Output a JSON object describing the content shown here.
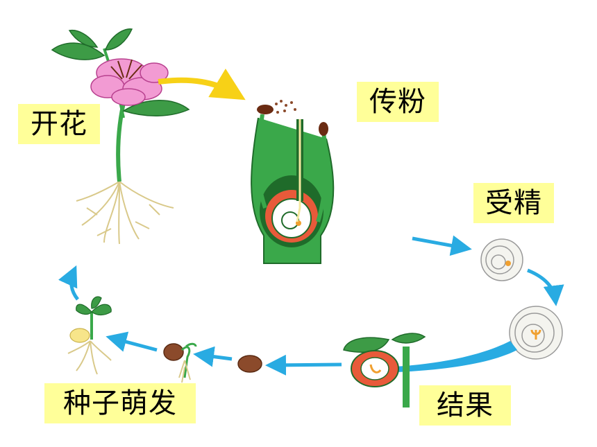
{
  "labels": {
    "flowering": "开花",
    "pollination": "传粉",
    "fertilization": "受精",
    "fruiting": "结果",
    "germination": "种子萌发"
  },
  "colors": {
    "label_bg": "#ffff99",
    "arrow_blue": "#29abe2",
    "arrow_yellow": "#f7d117",
    "plant_green": "#3aa84a",
    "petal_pink": "#f29bd3",
    "root": "#e8d9a0",
    "seed_brown": "#8b4a2b"
  }
}
